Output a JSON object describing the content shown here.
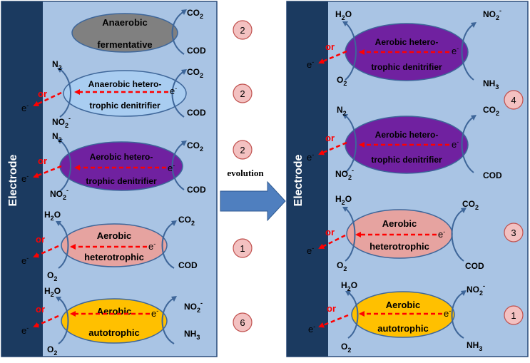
{
  "electrode_label": "Electrode",
  "evolution_label": "evolution",
  "electron": "e",
  "electron_sup": "-",
  "or_label": "or",
  "colors": {
    "panel": "#a9c4e4",
    "electrode": "#1b3a60",
    "gray": "#808080",
    "light_blue": "#a9cdf1",
    "purple": "#7021a0",
    "salmon": "#e6a3a0",
    "yellow": "#ffc000",
    "badge": "#f3c1c1",
    "arrow_red": "#ff0000",
    "evolution_arrow": "#4f7fbf"
  },
  "left": {
    "cells": [
      {
        "line1": "Anaerobic",
        "line2": "fermentative",
        "in_top": "",
        "in_top_sub": "",
        "in_bot": "",
        "in_bot_sub": "",
        "in_bot_sup": "",
        "out_top": "CO",
        "out_top_sub": "2",
        "out_bot": "COD",
        "out_bot_sub": "",
        "out_bot_sup": "",
        "badge": "2"
      },
      {
        "line1": "Anaerobic hetero-",
        "line2": "trophic denitrifier",
        "in_top": "N",
        "in_top_sub": "2",
        "in_bot": "NO",
        "in_bot_sub": "2",
        "in_bot_sup": "-",
        "out_top": "CO",
        "out_top_sub": "2",
        "out_bot": "COD",
        "out_bot_sub": "",
        "out_bot_sup": "",
        "badge": "2"
      },
      {
        "line1": "Aerobic hetero-",
        "line2": "trophic denitrifier",
        "in_top": "N",
        "in_top_sub": "2",
        "in_bot": "NO",
        "in_bot_sub": "2",
        "in_bot_sup": "-",
        "out_top": "CO",
        "out_top_sub": "2",
        "out_bot": "COD",
        "out_bot_sub": "",
        "out_bot_sup": "",
        "badge": "2"
      },
      {
        "line1": "Aerobic",
        "line2": "heterotrophic",
        "in_top": "H",
        "in_top_sub": "2",
        "in_top_tail": "O",
        "in_bot": "O",
        "in_bot_sub": "2",
        "in_bot_sup": "",
        "out_top": "CO",
        "out_top_sub": "2",
        "out_bot": "COD",
        "out_bot_sub": "",
        "out_bot_sup": "",
        "badge": "1"
      },
      {
        "line1": "Aerobic",
        "line2": "autotrophic",
        "in_top": "H",
        "in_top_sub": "2",
        "in_top_tail": "O",
        "in_bot": "O",
        "in_bot_sub": "2",
        "in_bot_sup": "",
        "out_top": "NO",
        "out_top_sub": "2",
        "out_top_sup": "-",
        "out_bot": "NH",
        "out_bot_sub": "3",
        "out_bot_sup": "",
        "badge": "6"
      }
    ]
  },
  "right": {
    "cells": [
      {
        "line1": "Aerobic hetero-",
        "line2": "trophic denitrifier",
        "in_top": "H",
        "in_top_sub": "2",
        "in_top_tail": "O",
        "in_bot": "O",
        "in_bot_sub": "2",
        "in_bot_sup": "",
        "out_top": "NO",
        "out_top_sub": "2",
        "out_top_sup": "-",
        "out_bot": "NH",
        "out_bot_sub": "3",
        "out_bot_sup": ""
      },
      {
        "line1": "Aerobic hetero-",
        "line2": "trophic denitrifier",
        "in_top": "N",
        "in_top_sub": "2",
        "in_bot": "NO",
        "in_bot_sub": "2",
        "in_bot_sup": "-",
        "out_top": "CO",
        "out_top_sub": "2",
        "out_bot": "COD",
        "out_bot_sub": "",
        "out_bot_sup": ""
      },
      {
        "line1": "Aerobic",
        "line2": "heterotrophic",
        "in_top": "H",
        "in_top_sub": "2",
        "in_top_tail": "O",
        "in_bot": "O",
        "in_bot_sub": "2",
        "in_bot_sup": "",
        "out_top": "CO",
        "out_top_sub": "2",
        "out_bot": "COD",
        "out_bot_sub": "",
        "out_bot_sup": ""
      },
      {
        "line1": "Aerobic",
        "line2": "autotrophic",
        "in_top": "H",
        "in_top_sub": "2",
        "in_top_tail": "O",
        "in_bot": "O",
        "in_bot_sub": "2",
        "in_bot_sup": "",
        "out_top": "NO",
        "out_top_sub": "2",
        "out_top_sup": "-",
        "out_bot": "NH",
        "out_bot_sub": "3",
        "out_bot_sup": ""
      }
    ],
    "badges": [
      "4",
      "3",
      "1"
    ]
  }
}
